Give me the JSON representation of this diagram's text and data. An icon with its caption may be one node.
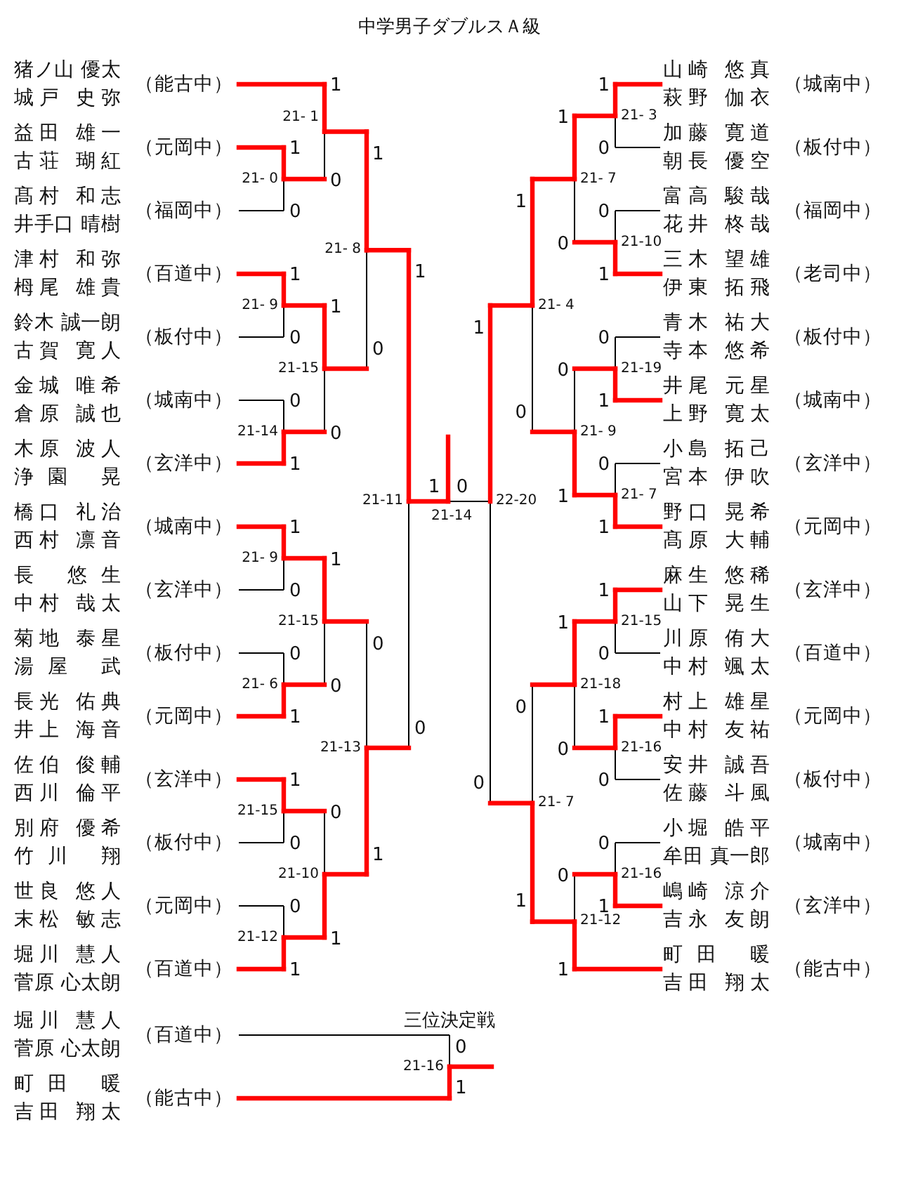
{
  "diagram": {
    "title": "中学男子ダブルスＡ級",
    "nodes": [
      {
        "text": [
          "猪ノ山 優太",
          "城戸 史弥",
          "（能古中）"
        ]
      },
      {
        "text": [
          "益田 雄一",
          "古荘 瑚紅",
          "（元岡中）"
        ]
      },
      {
        "text": [
          "髙村 和志",
          "井手口 晴樹",
          "（福岡中）"
        ]
      },
      {
        "text": [
          "津村 和弥",
          "栂尾 雄貴",
          "（百道中）"
        ]
      },
      {
        "text": [
          "鈴木 誠一朗",
          "古賀 寛人",
          "（板付中）"
        ]
      },
      {
        "text": [
          "金城 唯希",
          "倉原 誠也",
          "（城南中）"
        ]
      },
      {
        "text": [
          "木原 波人",
          "浄園 晃",
          "（玄洋中）"
        ]
      },
      {
        "text": [
          "橋口 礼治",
          "西村 凛音",
          "（城南中）"
        ]
      },
      {
        "text": [
          "長 悠生",
          "中村 哉太",
          "（玄洋中）"
        ]
      },
      {
        "text": [
          "菊地 泰星",
          "湯屋 武",
          "（板付中）"
        ]
      },
      {
        "text": [
          "長光 佑典",
          "井上 海音",
          "（元岡中）"
        ]
      },
      {
        "text": [
          "佐伯 俊輔",
          "西川 倫平",
          "（玄洋中）"
        ]
      },
      {
        "text": [
          "別府 優希",
          "竹川 翔",
          "（板付中）"
        ]
      },
      {
        "text": [
          "世良 悠人",
          "末松 敏志",
          "（元岡中）"
        ]
      },
      {
        "text": [
          "堀川 慧人",
          "菅原 心太朗",
          "（百道中）"
        ]
      },
      {
        "text": [
          "堀川 慧人",
          "菅原 心太朗",
          "（百道中）"
        ]
      },
      {
        "text": [
          "町田 暖",
          "吉田 翔太",
          "（能古中）"
        ]
      },
      {
        "text": [
          "山崎 悠真",
          "萩野 伽衣",
          "（城南中）"
        ]
      },
      {
        "text": [
          "加藤 寛道",
          "朝長 優空",
          "（板付中）"
        ]
      },
      {
        "text": [
          "富高 駿哉",
          "花井 柊哉",
          "（福岡中）"
        ]
      },
      {
        "text": [
          "三木 望雄",
          "伊東 拓飛",
          "（老司中）"
        ]
      },
      {
        "text": [
          "青木 祐大",
          "寺本 悠希",
          "（板付中）"
        ]
      },
      {
        "text": [
          "井尾 元星",
          "上野 寛太",
          "（城南中）"
        ]
      },
      {
        "text": [
          "小島 拓己",
          "宮本 伊吹",
          "（玄洋中）"
        ]
      },
      {
        "text": [
          "野口 晃希",
          "髙原 大輔",
          "（元岡中）"
        ]
      },
      {
        "text": [
          "麻生 悠稀",
          "山下 晃生",
          "（玄洋中）"
        ]
      },
      {
        "text": [
          "川原 侑大",
          "中村 颯太",
          "（百道中）"
        ]
      },
      {
        "text": [
          "村上 雄星",
          "中村 友祐",
          "（元岡中）"
        ]
      },
      {
        "text": [
          "安井 誠吾",
          "佐藤 斗風",
          "（板付中）"
        ]
      },
      {
        "text": [
          "小堀 皓平",
          "牟田 真一郎",
          "（城南中）"
        ]
      },
      {
        "text": [
          "嶋崎 涼介",
          "吉永 友朗",
          "（玄洋中）"
        ]
      },
      {
        "text": [
          "町田 暖",
          "吉田 翔太",
          "（能古中）"
        ]
      }
    ],
    "labels": [
      "21- 0",
      "1",
      "0",
      "21- 1",
      "1",
      "0",
      "21- 9",
      "1",
      "0",
      "21-14",
      "0",
      "1",
      "21-15",
      "1",
      "0",
      "21- 8",
      "1",
      "0",
      "21- 9",
      "1",
      "0",
      "21- 6",
      "0",
      "1",
      "21-15",
      "1",
      "0",
      "21-15",
      "1",
      "0",
      "21-12",
      "0",
      "1",
      "21-10",
      "0",
      "1",
      "21-13",
      "0",
      "1",
      "21-11",
      "1",
      "0",
      "21-14",
      "1",
      "0",
      "22-20",
      "1",
      "0",
      "21- 3",
      "1",
      "0",
      "21-10",
      "0",
      "1",
      "21- 7",
      "1",
      "0",
      "21-19",
      "0",
      "1",
      "21- 7",
      "0",
      "1",
      "21- 9",
      "0",
      "1",
      "21- 4",
      "1",
      "0",
      "21-15",
      "1",
      "0",
      "21-16",
      "1",
      "0",
      "21-18",
      "1",
      "0",
      "21-16",
      "0",
      "1",
      "21-12",
      "0",
      "1",
      "21- 7",
      "0",
      "1",
      "三位決定戦",
      "21-16",
      "0",
      "1"
    ]
  }
}
